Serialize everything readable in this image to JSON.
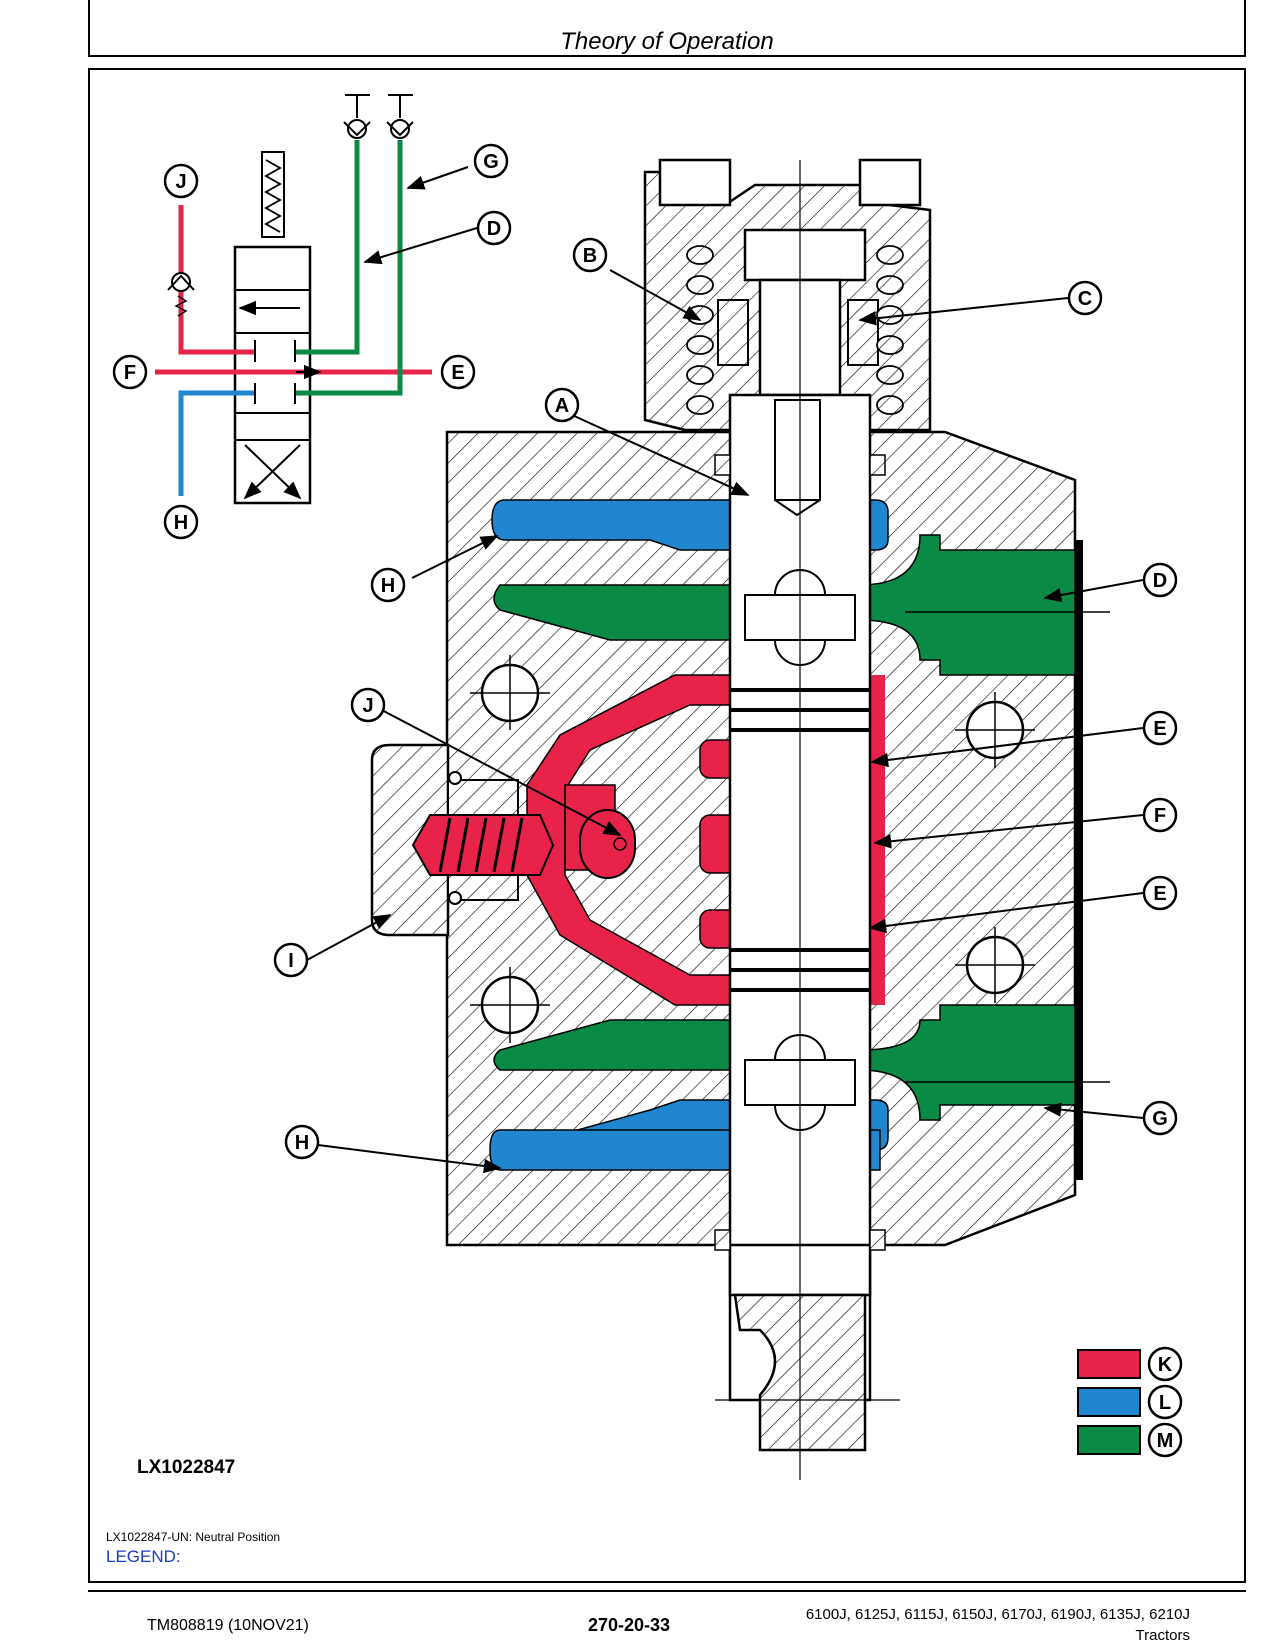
{
  "header": {
    "title": "Theory of Operation"
  },
  "figure": {
    "id": "LX1022847",
    "caption": "LX1022847-UN: Neutral Position",
    "legend_label": "LEGEND:",
    "labels": {
      "A": "A",
      "B": "B",
      "C": "C",
      "D": "D",
      "E": "E",
      "F": "F",
      "G": "G",
      "H": "H",
      "I": "I",
      "J": "J",
      "K": "K",
      "L": "L",
      "M": "M"
    },
    "legend_colors": {
      "K": "#e8234a",
      "L": "#1f86cf",
      "M": "#0a8a45"
    },
    "colors": {
      "red": "#e8234a",
      "blue": "#1f86cf",
      "green": "#0a8a45"
    }
  },
  "footer": {
    "manual": "TM808819 (10NOV21)",
    "page": "270-20-33",
    "models": "6100J, 6125J, 6115J, 6150J, 6170J, 6190J, 6135J, 6210J",
    "models_line2": "Tractors"
  }
}
